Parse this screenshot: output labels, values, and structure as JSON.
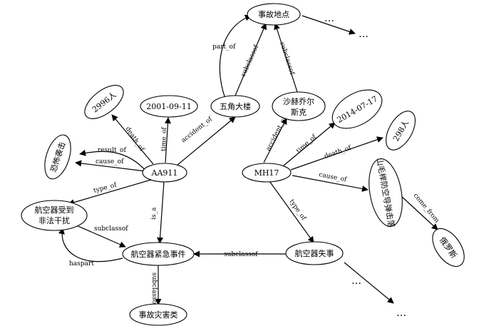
{
  "nodes": {
    "accident_site": "事故地点",
    "pentagon": "五角大楼",
    "shanksville_1": "沙赫乔尔",
    "shanksville_2": "斯克",
    "deaths_aa911": "2996人",
    "date_aa911": "2001-09-11",
    "terror_attack": "恐怖袭击",
    "aa911": "AA911",
    "mh17": "MH17",
    "date_mh17": "2014-07-17",
    "deaths_mh17": "298人",
    "missile": "山毛榉防空导弹击落",
    "russia": "俄罗斯",
    "unlawful_1": "航空器受到",
    "unlawful_2": "非法干扰",
    "emergency": "航空器紧急事件",
    "accident": "航空器失事",
    "disaster": "事故灾害类"
  },
  "edges": {
    "part_of": "part_of",
    "subclassof": "subclassof",
    "accident_of": "accident_of",
    "time_of": "time_of",
    "death_of": "death_of",
    "result_of": "result_of",
    "cause_of": "cause_of",
    "type_of": "type_of",
    "is_a": "is_a",
    "haspart": "haspart",
    "come_from": "come_from"
  },
  "ellipsis": "…"
}
